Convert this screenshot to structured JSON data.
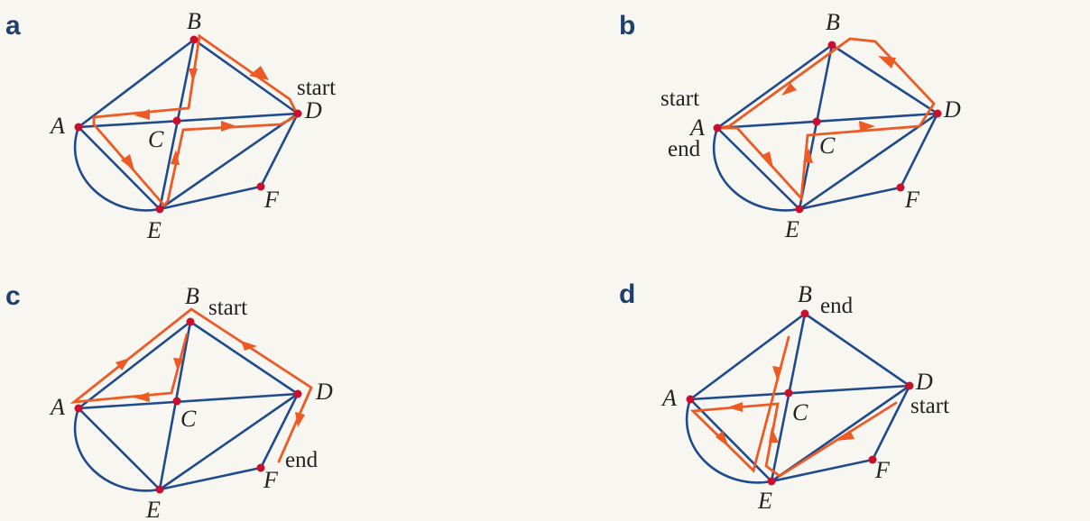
{
  "panels": [
    {
      "label": "a",
      "vertices": {
        "A": "A",
        "B": "B",
        "C": "C",
        "D": "D",
        "E": "E",
        "F": "F"
      },
      "annotations": {
        "start": "start"
      }
    },
    {
      "label": "b",
      "vertices": {
        "A": "A",
        "B": "B",
        "C": "C",
        "D": "D",
        "E": "E",
        "F": "F"
      },
      "annotations": {
        "start": "start",
        "end": "end"
      }
    },
    {
      "label": "c",
      "vertices": {
        "A": "A",
        "B": "B",
        "C": "C",
        "D": "D",
        "E": "E",
        "F": "F"
      },
      "annotations": {
        "start": "start",
        "end": "end"
      }
    },
    {
      "label": "d",
      "vertices": {
        "A": "A",
        "B": "B",
        "C": "C",
        "D": "D",
        "E": "E",
        "F": "F"
      },
      "annotations": {
        "start": "start",
        "end": "end"
      }
    }
  ],
  "colors": {
    "background": "#f8f6f1",
    "edge": "#1f4a8c",
    "path": "#ee5a24",
    "vertex": "#c8102e",
    "panel_label": "#1f3f6e"
  }
}
